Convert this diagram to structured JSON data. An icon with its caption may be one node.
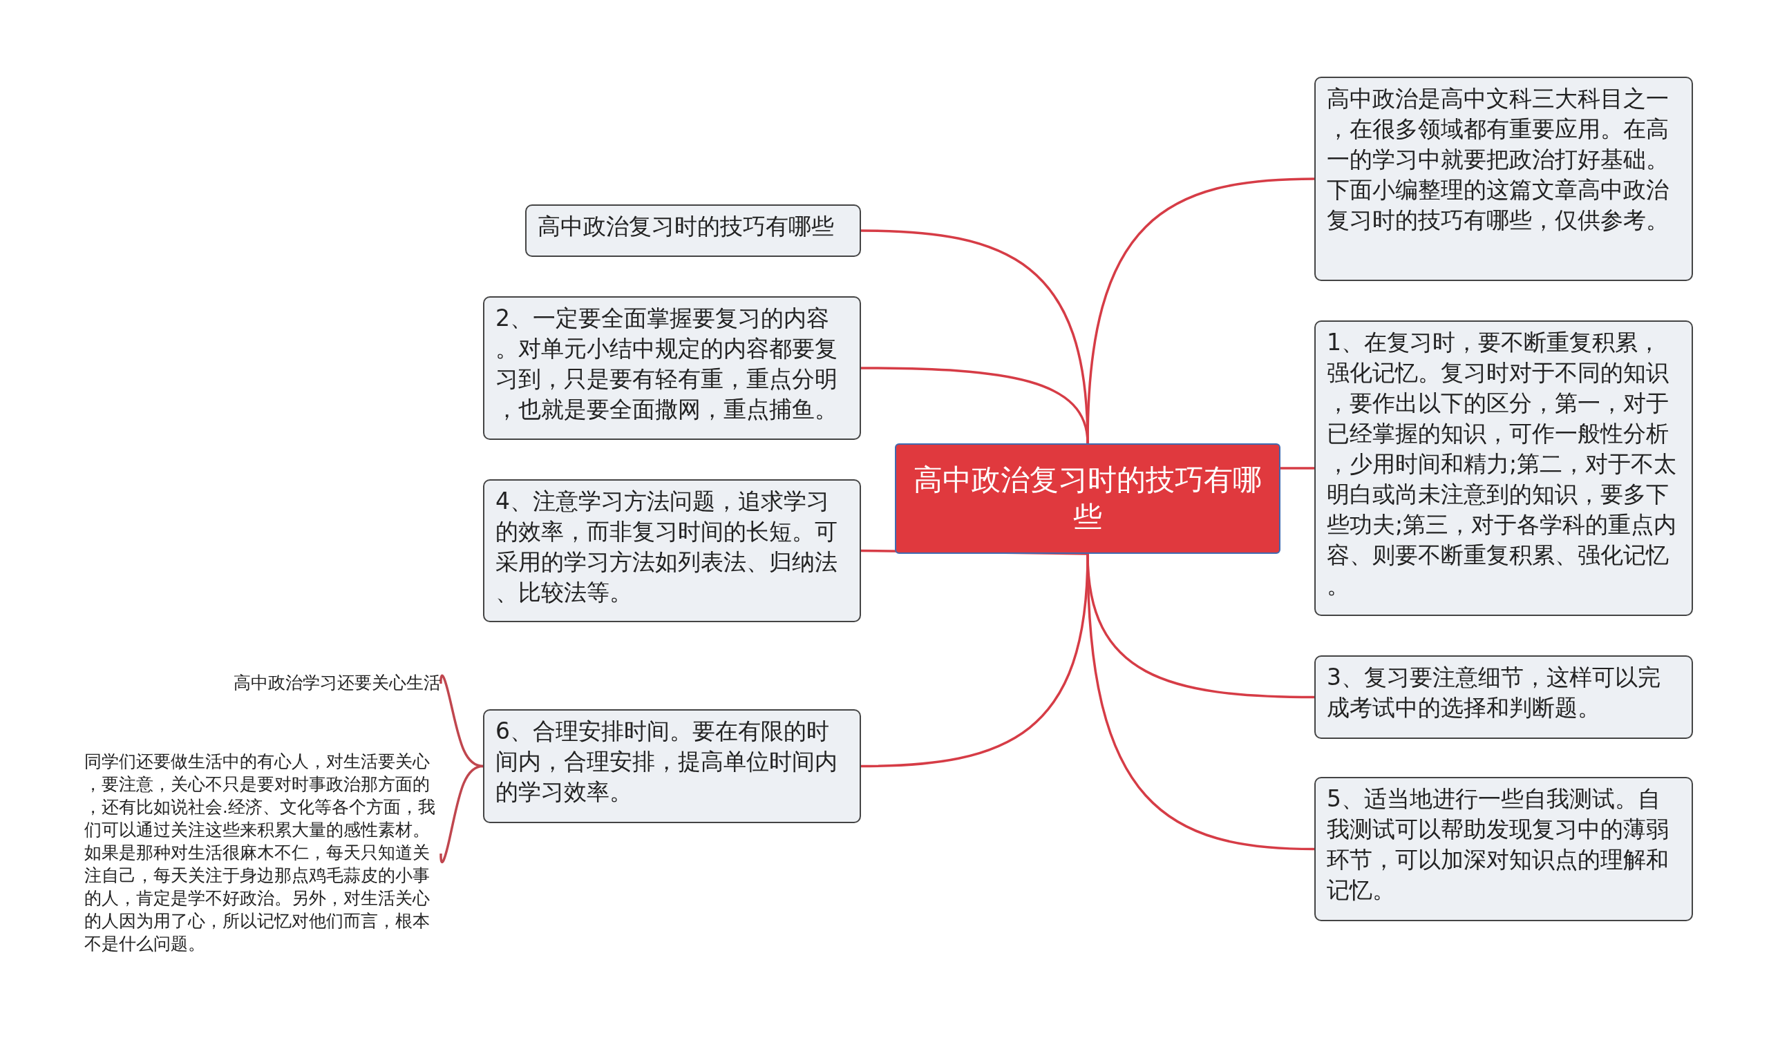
{
  "diagram": {
    "nodes": [
      {
        "text": [
          "高中政治复习时的技巧有哪些"
        ]
      },
      {
        "text": [
          "高中政治是高中文科三大科目之一，在很多领域都有重要应用。在高一的学习中就要把政治打好基础。下面小编整理的这篇文章高中政治复习时的技巧有哪些，仅供参考。"
        ]
      },
      {
        "text": [
          "1、在复习时，要不断重复积累，强化记忆。复习时对于不同的知识，要作出以下的区分，第一，对于已经掌握的知识，可作一般性分析，少用时间和精力;第二，对于不太明白或尚未注意到的知识，要多下些功夫;第三，对于各学科的重点内容、则要不断重复积累、强化记忆。"
        ]
      },
      {
        "text": [
          "3、复习要注意细节，这样可以完成考试中的选择和判断题。"
        ]
      },
      {
        "text": [
          "5、适当地进行一些自我测试。自我测试可以帮助发现复习中的薄弱环节，可以加深对知识点的理解和记忆。"
        ]
      },
      {
        "text": [
          "高中政治复习时的技巧有哪些"
        ]
      },
      {
        "text": [
          "2、一定要全面掌握要复习的内容。对单元小结中规定的内容都要复习到，只是要有轻有重，重点分明，也就是要全面撒网，重点捕鱼。"
        ]
      },
      {
        "text": [
          "4、注意学习方法问题，追求学习的效率，而非复习时间的长短。可采用的学习方法如列表法、归纳法、比较法等。"
        ]
      },
      {
        "text": [
          "6、合理安排时间。要在有限的时间内，合理安排，提高单位时间内的学习效率。"
        ]
      },
      {
        "text": [
          "高中政治学习还要关心生活"
        ]
      },
      {
        "text": [
          "同学们还要做生活中的有心人，对生活要关心，要注意，关心不只是要对时事政治那方面的，还有比如说社会.经济、文化等各个方面，我们可以通过关注这些来积累大量的感性素材。如果是那种对生活很麻木不仁，每天只知道关注自己，每天关注于身边那点鸡毛蒜皮的小事的人，肯定是学不好政治。另外，对生活关心的人因为用了心，所以记忆对他们而言，根本不是什么问题。"
        ]
      }
    ],
    "edges": [
      {
        "from": 0,
        "to": 1,
        "arrow": "none"
      },
      {
        "from": 0,
        "to": 2,
        "arrow": "none"
      },
      {
        "from": 0,
        "to": 3,
        "arrow": "none"
      },
      {
        "from": 0,
        "to": 4,
        "arrow": "none"
      },
      {
        "from": 0,
        "to": 5,
        "arrow": "none"
      },
      {
        "from": 0,
        "to": 6,
        "arrow": "none"
      },
      {
        "from": 0,
        "to": 7,
        "arrow": "none"
      },
      {
        "from": 0,
        "to": 8,
        "arrow": "none"
      },
      {
        "from": 8,
        "to": 9,
        "arrow": "none"
      },
      {
        "from": 8,
        "to": 10,
        "arrow": "none"
      }
    ]
  }
}
